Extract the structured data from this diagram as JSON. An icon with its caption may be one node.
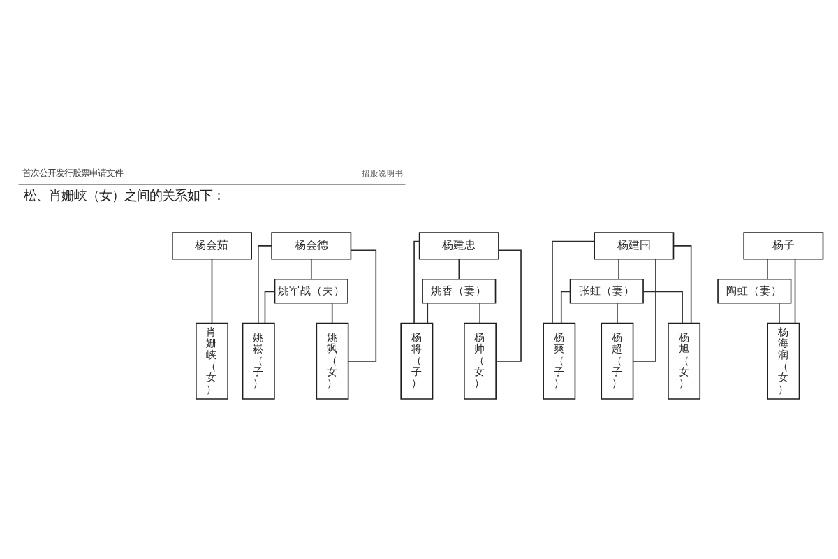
{
  "diagram": {
    "nodes": [
      {
        "text": [
          "杨会茹"
        ]
      },
      {
        "text": [
          "杨会德"
        ]
      },
      {
        "text": [
          "杨建忠"
        ]
      },
      {
        "text": [
          "杨建国"
        ]
      },
      {
        "text": [
          "杨子"
        ]
      },
      {
        "text": [
          "姚军战（夫）"
        ]
      },
      {
        "text": [
          "姚香（妻）"
        ]
      },
      {
        "text": [
          "张虹（妻）"
        ]
      },
      {
        "text": [
          "陶虹（妻）"
        ]
      },
      {
        "text": [
          "肖姗峡（女）"
        ]
      },
      {
        "text": [
          "姚崧（子）"
        ]
      },
      {
        "text": [
          "姚飒（女）"
        ]
      },
      {
        "text": [
          "杨将（子）"
        ]
      },
      {
        "text": [
          "杨帅（女）"
        ]
      },
      {
        "text": [
          "杨爽（子）"
        ]
      },
      {
        "text": [
          "杨超（子）"
        ]
      },
      {
        "text": [
          "杨旭（女）"
        ]
      },
      {
        "text": [
          "杨海润（女）"
        ]
      }
    ],
    "edges": [
      {
        "from": 0,
        "to": 9,
        "arrow": "none"
      },
      {
        "from": 1,
        "to": 5,
        "arrow": "none"
      },
      {
        "from": 1,
        "to": 10,
        "arrow": "none"
      },
      {
        "from": 1,
        "to": 11,
        "arrow": "none"
      },
      {
        "from": 5,
        "to": 10,
        "arrow": "none"
      },
      {
        "from": 5,
        "to": 11,
        "arrow": "none"
      },
      {
        "from": 2,
        "to": 6,
        "arrow": "none"
      },
      {
        "from": 2,
        "to": 12,
        "arrow": "none"
      },
      {
        "from": 2,
        "to": 13,
        "arrow": "none"
      },
      {
        "from": 6,
        "to": 12,
        "arrow": "none"
      },
      {
        "from": 6,
        "to": 13,
        "arrow": "none"
      },
      {
        "from": 3,
        "to": 7,
        "arrow": "none"
      },
      {
        "from": 3,
        "to": 14,
        "arrow": "none"
      },
      {
        "from": 3,
        "to": 15,
        "arrow": "none"
      },
      {
        "from": 3,
        "to": 16,
        "arrow": "none"
      },
      {
        "from": 7,
        "to": 14,
        "arrow": "none"
      },
      {
        "from": 7,
        "to": 15,
        "arrow": "none"
      },
      {
        "from": 7,
        "to": 16,
        "arrow": "none"
      },
      {
        "from": 4,
        "to": 8,
        "arrow": "none"
      },
      {
        "from": 4,
        "to": 17,
        "arrow": "none"
      },
      {
        "from": 8,
        "to": 17,
        "arrow": "none"
      }
    ],
    "labels": [
      "首次公开发行股票申请文件",
      "招股说明书",
      "松、肖姗峡（女）之间的关系如下："
    ]
  }
}
